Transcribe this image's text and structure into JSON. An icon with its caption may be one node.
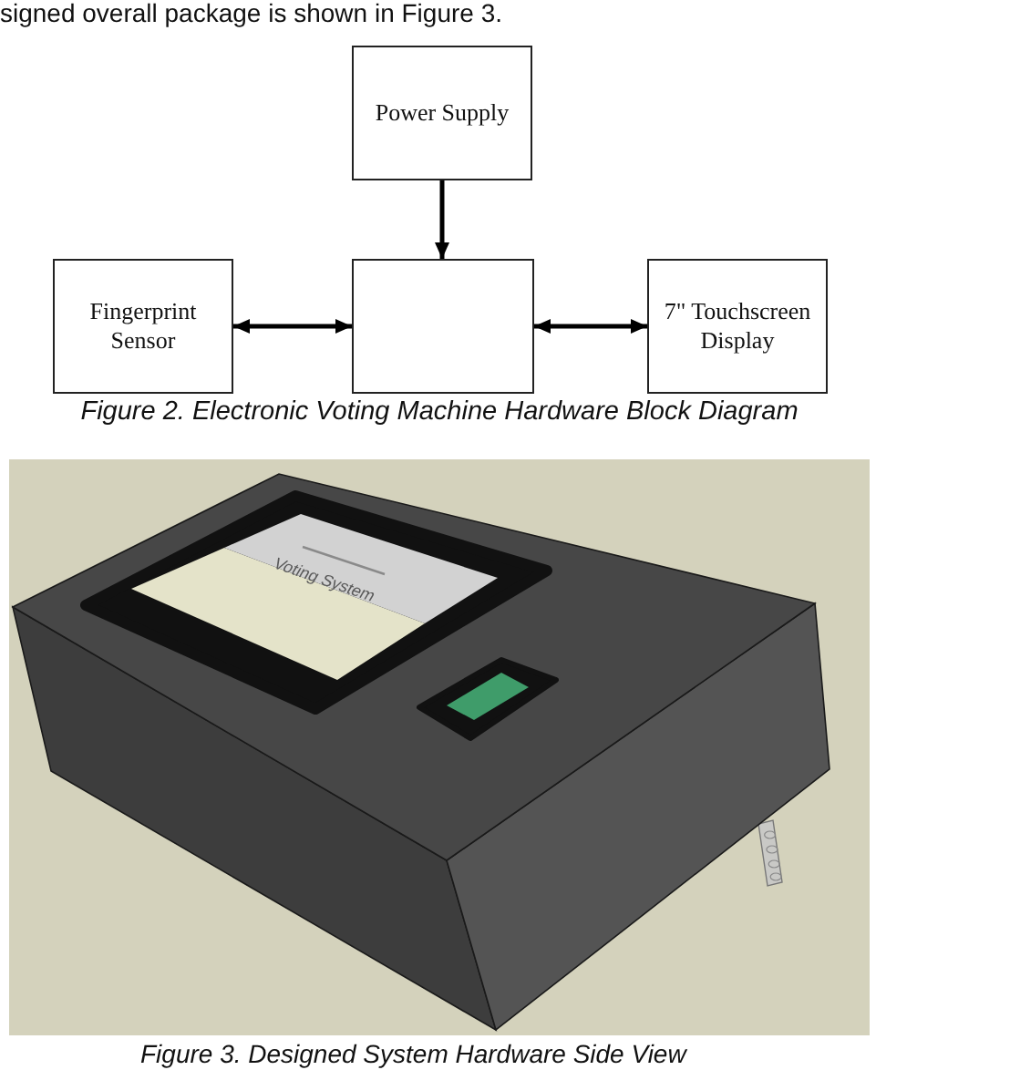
{
  "diagram": {
    "caption": "Figure 2. Electronic Voting Machine Hardware Block Diagram",
    "nodes": [
      {
        "text": [
          "Power Supply"
        ]
      },
      {
        "text": [
          "Fingerprint Sensor"
        ]
      },
      {
        "text": [],
        "shape": "box"
      },
      {
        "text": [
          "7\" Touchscreen Display"
        ]
      }
    ],
    "edges": [
      {
        "from": 0,
        "to": 2,
        "arrow": "to"
      },
      {
        "from": 1,
        "to": 2,
        "arrow": "both"
      },
      {
        "from": 2,
        "to": 3,
        "arrow": "both"
      }
    ],
    "labels": [
      "signed overall package is shown in Figure 3.",
      "Voting System",
      "Figure 3. Designed System Hardware Side View"
    ]
  }
}
